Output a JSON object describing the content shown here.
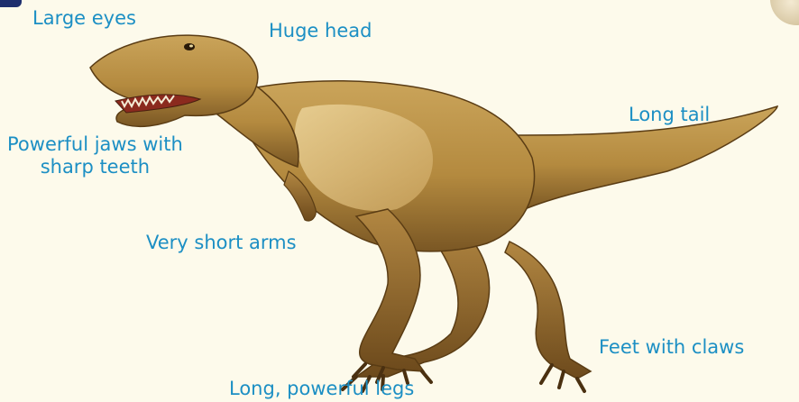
{
  "colors": {
    "label": "#1c8fc4",
    "background": "#fdfaeb",
    "skin_light": "#d8b56b",
    "skin_mid": "#b98c3f",
    "skin_dark": "#6e4c1d"
  },
  "labels": {
    "large_eyes": "Large eyes",
    "huge_head": "Huge head",
    "jaws_line1": "Powerful jaws with",
    "jaws_line2": "sharp teeth",
    "short_arms": "Very short arms",
    "long_tail": "Long tail",
    "feet": "Feet with claws",
    "legs": "Long, powerful legs"
  }
}
